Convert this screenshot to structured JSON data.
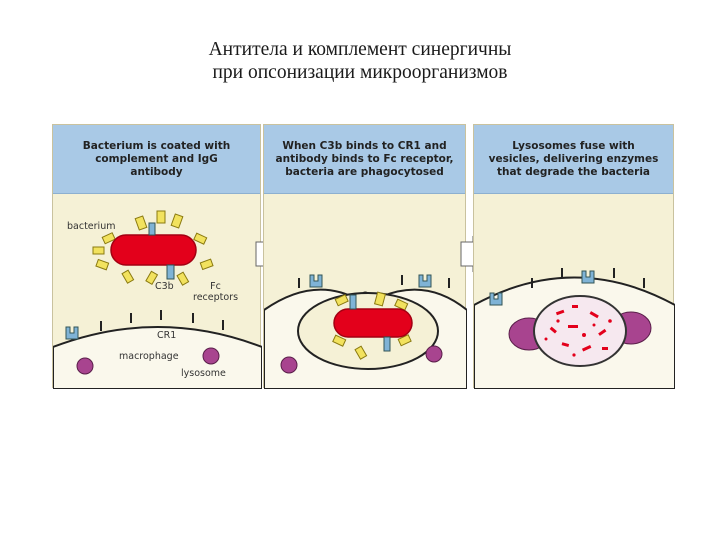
{
  "title": {
    "line1": "Антитела и комплемент синергичны",
    "line2": "при опсонизации микроорганизмов"
  },
  "panels": [
    {
      "caption": "Bacterium is coated with\ncomplement and IgG\nantibody"
    },
    {
      "caption": "When C3b binds to CR1 and\nantibody binds to Fc receptor,\nbacteria are phagocytosed"
    },
    {
      "caption": "Lysosomes fuse with\nvesicles, delivering enzymes\nthat degrade the bacteria"
    }
  ],
  "labels": {
    "bacterium": "bacterium",
    "c3b": "C3b",
    "fc_receptors": "Fc\nreceptors",
    "cr1": "CR1",
    "macrophage": "macrophage",
    "lysosome": "lysosome"
  },
  "colors": {
    "caption_bg": "#a9c9e6",
    "panel_bg": "#f5f1d6",
    "bacterium": "#e3001b",
    "complement": "#f2e25e",
    "antibody": "#7fb3d6",
    "lysosome": "#a8448f"
  }
}
